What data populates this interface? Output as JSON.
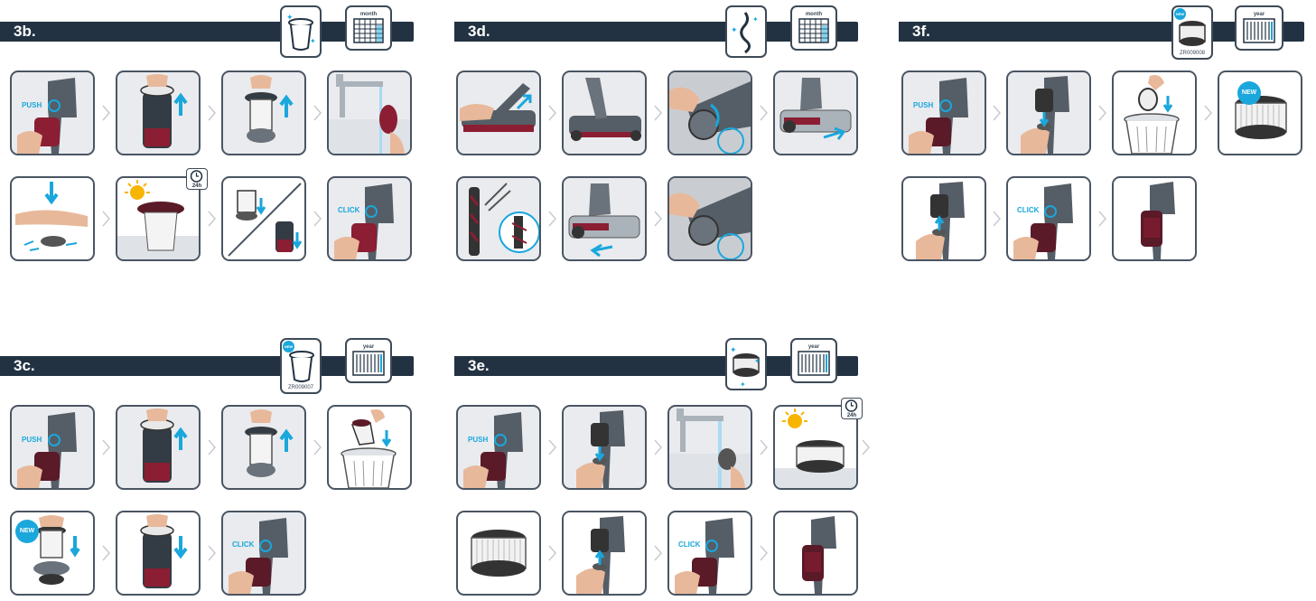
{
  "colors": {
    "bar": "#223242",
    "accent": "#1aa7dc",
    "device_red": "#8b1e32",
    "frame": "#4a5563"
  },
  "sections": {
    "s3b": {
      "title": "3b.",
      "calendar_label": "month",
      "icon": "filter-cup-clean-icon"
    },
    "s3d": {
      "title": "3d.",
      "calendar_label": "month",
      "icon": "brush-roll-clean-icon"
    },
    "s3f": {
      "title": "3f.",
      "calendar_label": "year",
      "icon": "new-filter-icon",
      "new_label": "NEW",
      "part_number": "ZR009008"
    },
    "s3c": {
      "title": "3c.",
      "calendar_label": "year",
      "icon": "new-filter-cup-icon",
      "new_label": "NEW",
      "part_number": "ZR009007"
    },
    "s3e": {
      "title": "3e.",
      "calendar_label": "year",
      "icon": "filter-clean-icon"
    }
  },
  "labels": {
    "push": "PUSH",
    "click": "CLICK",
    "new": "NEW",
    "dry_time": "24h"
  }
}
